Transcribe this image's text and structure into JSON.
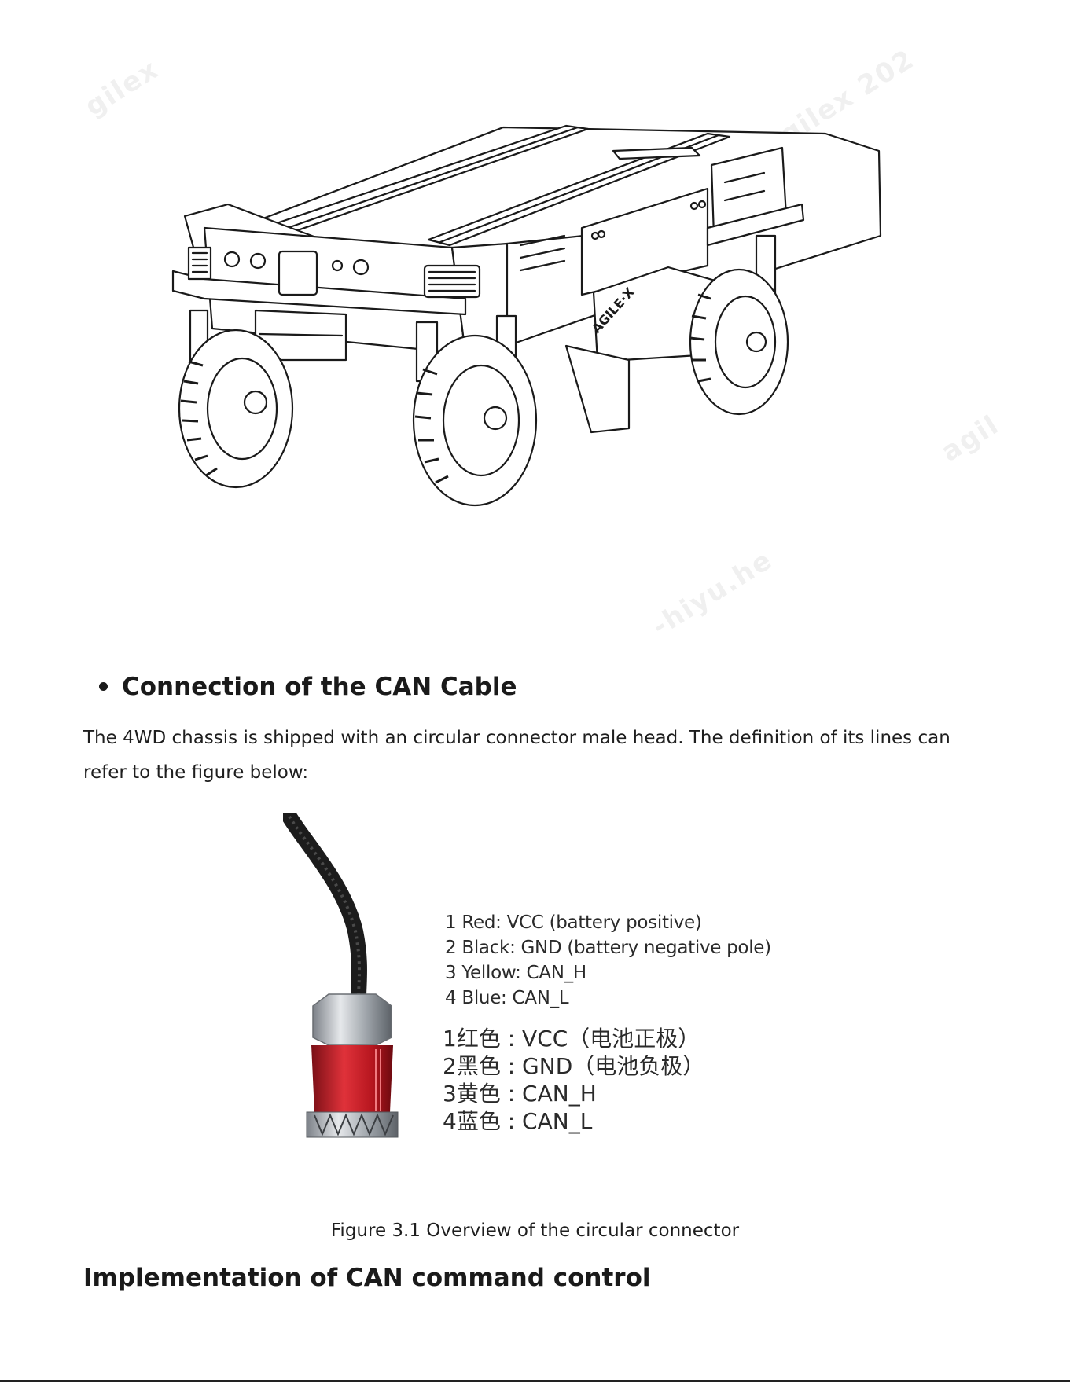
{
  "watermarks": [
    "gilex",
    "agilex 202",
    "agil",
    "-hiyu.he"
  ],
  "robot_figure": {
    "icon": "agilex-4wd-chassis-line-drawing",
    "logo_text": "AGILE·X"
  },
  "section": {
    "heading": "Connection of the CAN Cable",
    "paragraph": "The 4WD chassis is shipped with an circular connector male head. The definition of its lines can refer to the figure below:"
  },
  "connector_figure": {
    "icon": "circular-connector-photo",
    "definitions_en": [
      "1 Red: VCC (battery positive)",
      "2 Black: GND (battery negative pole)",
      "3 Yellow: CAN_H",
      "4 Blue: CAN_L"
    ],
    "definitions_cn": [
      "1红色 : VCC（电池正极）",
      "2黑色 : GND（电池负极）",
      "3黄色 : CAN_H",
      "4蓝色 : CAN_L"
    ],
    "caption": "Figure 3.1 Overview of the circular connector"
  },
  "next_heading": "Implementation of CAN command control"
}
